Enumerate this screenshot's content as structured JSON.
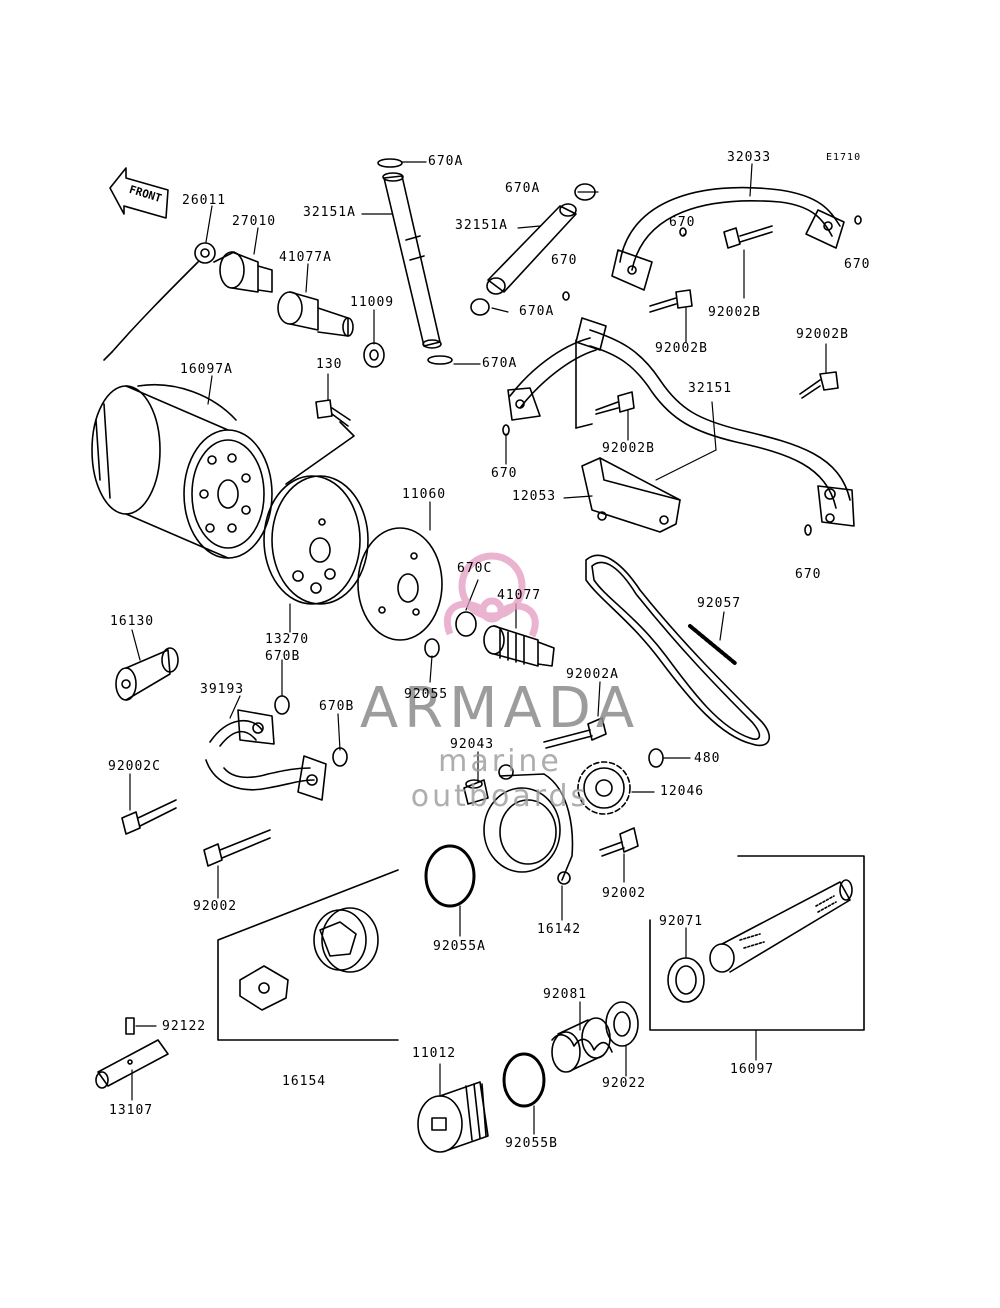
{
  "diagram": {
    "code": "E1710",
    "front_label": "FRONT",
    "watermark": {
      "title": "ARMADA",
      "subtitle": "marine outboards"
    },
    "parts": [
      {
        "id": "670A_1",
        "label": "670A"
      },
      {
        "id": "670A_2",
        "label": "670A"
      },
      {
        "id": "32151A_1",
        "label": "32151A"
      },
      {
        "id": "32151A_2",
        "label": "32151A"
      },
      {
        "id": "32033",
        "label": "32033"
      },
      {
        "id": "670_1",
        "label": "670"
      },
      {
        "id": "670_2",
        "label": "670"
      },
      {
        "id": "670_3",
        "label": "670"
      },
      {
        "id": "26011",
        "label": "26011"
      },
      {
        "id": "27010",
        "label": "27010"
      },
      {
        "id": "41077A",
        "label": "41077A"
      },
      {
        "id": "11009",
        "label": "11009"
      },
      {
        "id": "670A_3",
        "label": "670A"
      },
      {
        "id": "670A_4",
        "label": "670A"
      },
      {
        "id": "92002B_1",
        "label": "92002B"
      },
      {
        "id": "92002B_2",
        "label": "92002B"
      },
      {
        "id": "92002B_3",
        "label": "92002B"
      },
      {
        "id": "92002B_4",
        "label": "92002B"
      },
      {
        "id": "16097A",
        "label": "16097A"
      },
      {
        "id": "130",
        "label": "130"
      },
      {
        "id": "32151",
        "label": "32151"
      },
      {
        "id": "670_4",
        "label": "670"
      },
      {
        "id": "12053",
        "label": "12053"
      },
      {
        "id": "11060",
        "label": "11060"
      },
      {
        "id": "670C",
        "label": "670C"
      },
      {
        "id": "670_5",
        "label": "670"
      },
      {
        "id": "41077",
        "label": "41077"
      },
      {
        "id": "92057",
        "label": "92057"
      },
      {
        "id": "16130",
        "label": "16130"
      },
      {
        "id": "13270",
        "label": "13270"
      },
      {
        "id": "670B_1",
        "label": "670B"
      },
      {
        "id": "39193",
        "label": "39193"
      },
      {
        "id": "92055",
        "label": "92055"
      },
      {
        "id": "92002A",
        "label": "92002A"
      },
      {
        "id": "670B_2",
        "label": "670B"
      },
      {
        "id": "92043",
        "label": "92043"
      },
      {
        "id": "480",
        "label": "480"
      },
      {
        "id": "92002C",
        "label": "92002C"
      },
      {
        "id": "12046",
        "label": "12046"
      },
      {
        "id": "92002_1",
        "label": "92002"
      },
      {
        "id": "92002_2",
        "label": "92002"
      },
      {
        "id": "16142",
        "label": "16142"
      },
      {
        "id": "92055A",
        "label": "92055A"
      },
      {
        "id": "92071",
        "label": "92071"
      },
      {
        "id": "92081",
        "label": "92081"
      },
      {
        "id": "92122",
        "label": "92122"
      },
      {
        "id": "16154",
        "label": "16154"
      },
      {
        "id": "11012",
        "label": "11012"
      },
      {
        "id": "92022",
        "label": "92022"
      },
      {
        "id": "16097",
        "label": "16097"
      },
      {
        "id": "13107",
        "label": "13107"
      },
      {
        "id": "92055B",
        "label": "92055B"
      }
    ]
  }
}
